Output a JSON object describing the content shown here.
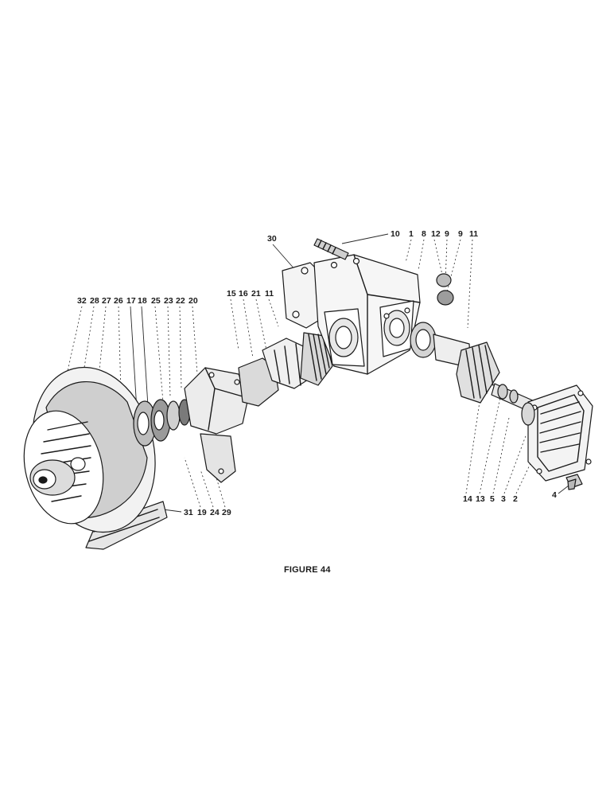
{
  "figure": {
    "caption": "FIGURE 44"
  },
  "callouts": {
    "top_right": [
      "10",
      "1",
      "8",
      "12",
      "9",
      "9",
      "11"
    ],
    "housing_bracket": "30",
    "shaft_left": [
      "15",
      "16",
      "21",
      "11"
    ],
    "pulley_left": [
      "32",
      "28",
      "27",
      "26",
      "17",
      "18",
      "25",
      "23",
      "22",
      "20"
    ],
    "bottom_left": [
      "31",
      "19",
      "24",
      "29"
    ],
    "bottom_right": [
      "14",
      "13",
      "5",
      "3",
      "2"
    ],
    "bolt": "4"
  }
}
